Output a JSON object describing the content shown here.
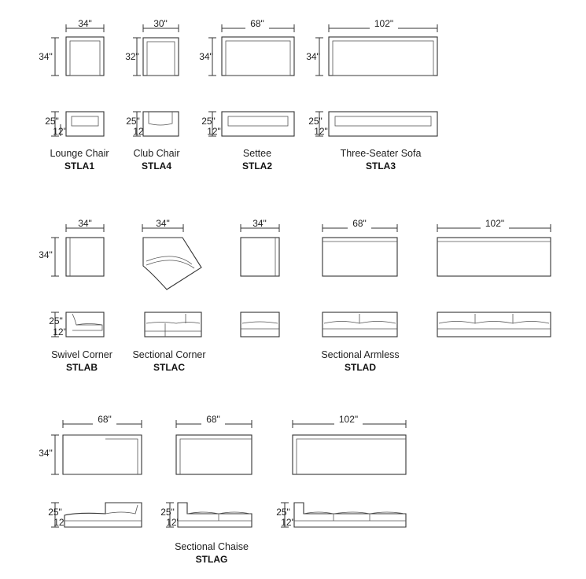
{
  "dims": {
    "d34": "34\"",
    "d30": "30\"",
    "d32": "32\"",
    "d68": "68\"",
    "d102": "102\"",
    "d25": "25\"",
    "d12": "12\""
  },
  "products": [
    {
      "name": "Lounge Chair",
      "code": "STLA1"
    },
    {
      "name": "Club Chair",
      "code": "STLA4"
    },
    {
      "name": "Settee",
      "code": "STLA2"
    },
    {
      "name": "Three-Seater Sofa",
      "code": "STLA3"
    },
    {
      "name": "Swivel Corner",
      "code": "STLAB"
    },
    {
      "name": "Sectional Corner",
      "code": "STLAC"
    },
    {
      "name": "Sectional Armless",
      "code": "STLAD"
    },
    {
      "name": "Sectional Chaise",
      "code": "STLAG"
    }
  ]
}
